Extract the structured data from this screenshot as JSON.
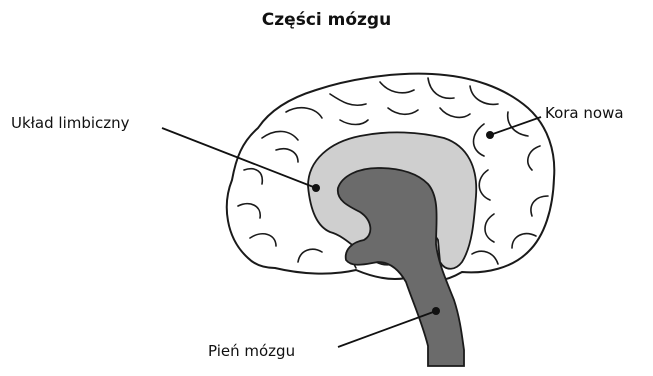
{
  "diagram": {
    "title": "Części mózgu",
    "labels": {
      "limbic": "Układ limbiczny",
      "neocortex": "Kora nowa",
      "brainstem": "Pień mózgu"
    }
  },
  "colors": {
    "outline": "#1a1a1a",
    "cortex_fill": "#ffffff",
    "limbic_fill": "#cfcfcf",
    "brainstem_fill": "#6b6b6b"
  }
}
